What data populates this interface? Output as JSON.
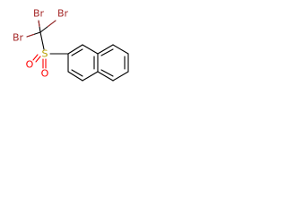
{
  "molecule": {
    "atoms": {
      "br1": "Br",
      "br2": "Br",
      "br3": "Br",
      "sulfur": "S",
      "oxygen1": "O",
      "oxygen2": "O"
    },
    "colors": {
      "carbon_bond": "#000000",
      "bromine": "#a52a2a",
      "oxygen": "#ff0000",
      "sulfur": "#b8a000",
      "background": "#ffffff"
    }
  }
}
